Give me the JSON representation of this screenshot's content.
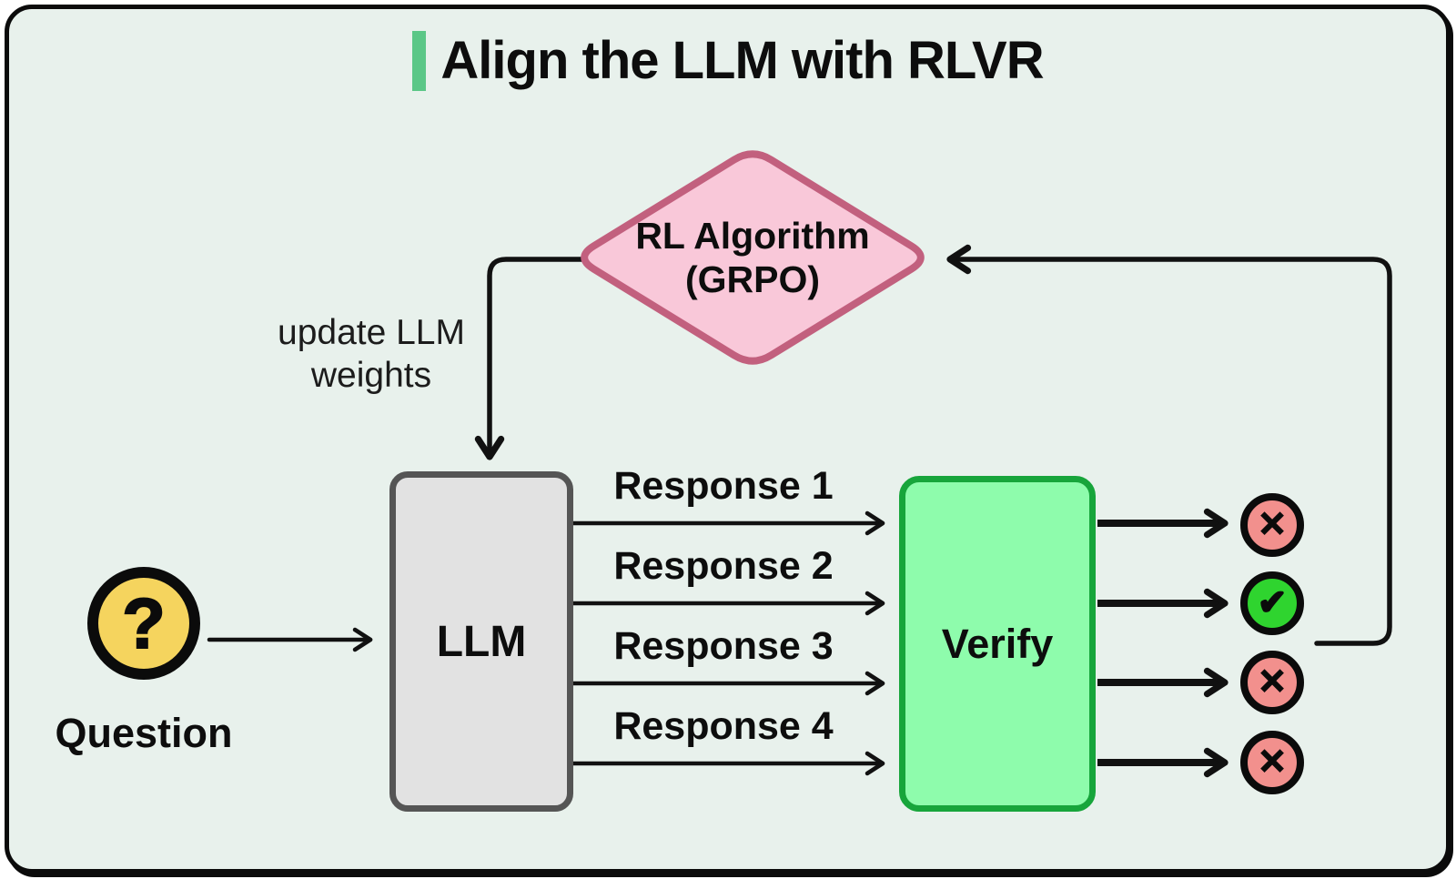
{
  "title": "Align the LLM with RLVR",
  "diamond": {
    "line1": "RL Algorithm",
    "line2": "(GRPO)"
  },
  "update_label": {
    "line1": "update LLM",
    "line2": "weights"
  },
  "question": {
    "glyph": "?",
    "label": "Question"
  },
  "llm": {
    "label": "LLM"
  },
  "verify": {
    "label": "Verify"
  },
  "responses": [
    {
      "label": "Response 1"
    },
    {
      "label": "Response 2"
    },
    {
      "label": "Response 3"
    },
    {
      "label": "Response 4"
    }
  ],
  "results": [
    {
      "status": "fail",
      "glyph": "✕"
    },
    {
      "status": "pass",
      "glyph": "✔"
    },
    {
      "status": "fail",
      "glyph": "✕"
    },
    {
      "status": "fail",
      "glyph": "✕"
    }
  ],
  "colors": {
    "card_background": "#e8f1ec",
    "accent_bar": "#5bc787",
    "diamond_fill": "#f9c8d9",
    "diamond_border": "#c2607e",
    "llm_fill": "#e2e2e2",
    "llm_border": "#555555",
    "verify_fill": "#8efcac",
    "verify_border": "#17a53b",
    "question_fill": "#f5d45e",
    "fail_fill": "#f2908d",
    "pass_fill": "#2fd42f",
    "arrow": "#111111"
  }
}
